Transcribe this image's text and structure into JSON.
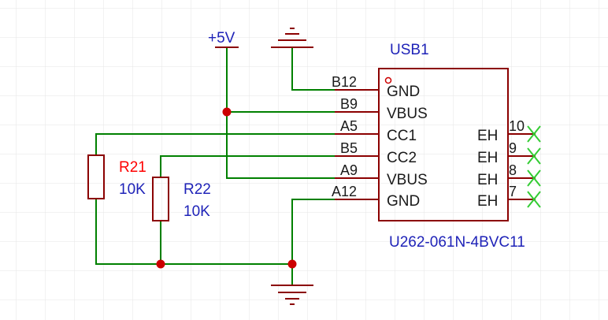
{
  "schematic": {
    "power_label": "+5V",
    "component": {
      "designator": "USB1",
      "part_number": "U262-061N-4BVC11",
      "pins_left": [
        {
          "number": "B12",
          "name": "GND"
        },
        {
          "number": "B9",
          "name": "VBUS"
        },
        {
          "number": "A5",
          "name": "CC1"
        },
        {
          "number": "B5",
          "name": "CC2"
        },
        {
          "number": "A9",
          "name": "VBUS"
        },
        {
          "number": "A12",
          "name": "GND"
        }
      ],
      "pins_right": [
        {
          "number": "10",
          "name": "EH"
        },
        {
          "number": "9",
          "name": "EH"
        },
        {
          "number": "8",
          "name": "EH"
        },
        {
          "number": "7",
          "name": "EH"
        }
      ]
    },
    "resistors": [
      {
        "designator": "R21",
        "value": "10K"
      },
      {
        "designator": "R22",
        "value": "10K"
      }
    ],
    "colors": {
      "wire": "#008000",
      "body": "#8b0000",
      "designator_red": "#ff0000",
      "label_blue": "#1f23b8",
      "junction": "#cc0000",
      "no_connect": "#33cc33",
      "grid": "#e6e6e6"
    }
  }
}
